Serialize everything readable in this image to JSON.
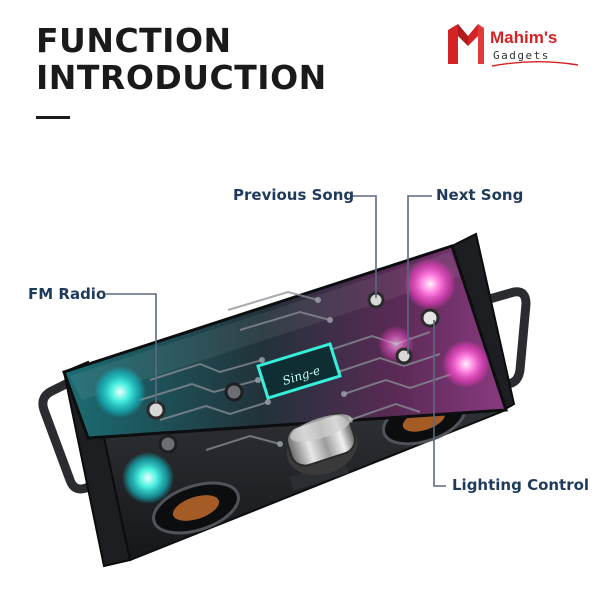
{
  "header": {
    "title_line1": "FUNCTION",
    "title_line2": "INTRODUCTION"
  },
  "brand": {
    "name": "Mahim's",
    "subtitle": "Gadgets",
    "color": "#d42324"
  },
  "callouts": {
    "previous_song": "Previous Song",
    "next_song": "Next Song",
    "fm_radio": "FM Radio",
    "lighting_control": "Lighting Control"
  },
  "product": {
    "screen_logo": "Sing-e"
  },
  "colors": {
    "title": "#1a1a1a",
    "callout_text": "#1f3b5c",
    "leader_line": "#5a6a80",
    "cyan_glow": "#2ee6d6",
    "magenta_glow": "#ff5ed0",
    "body": "#2a2c30"
  }
}
